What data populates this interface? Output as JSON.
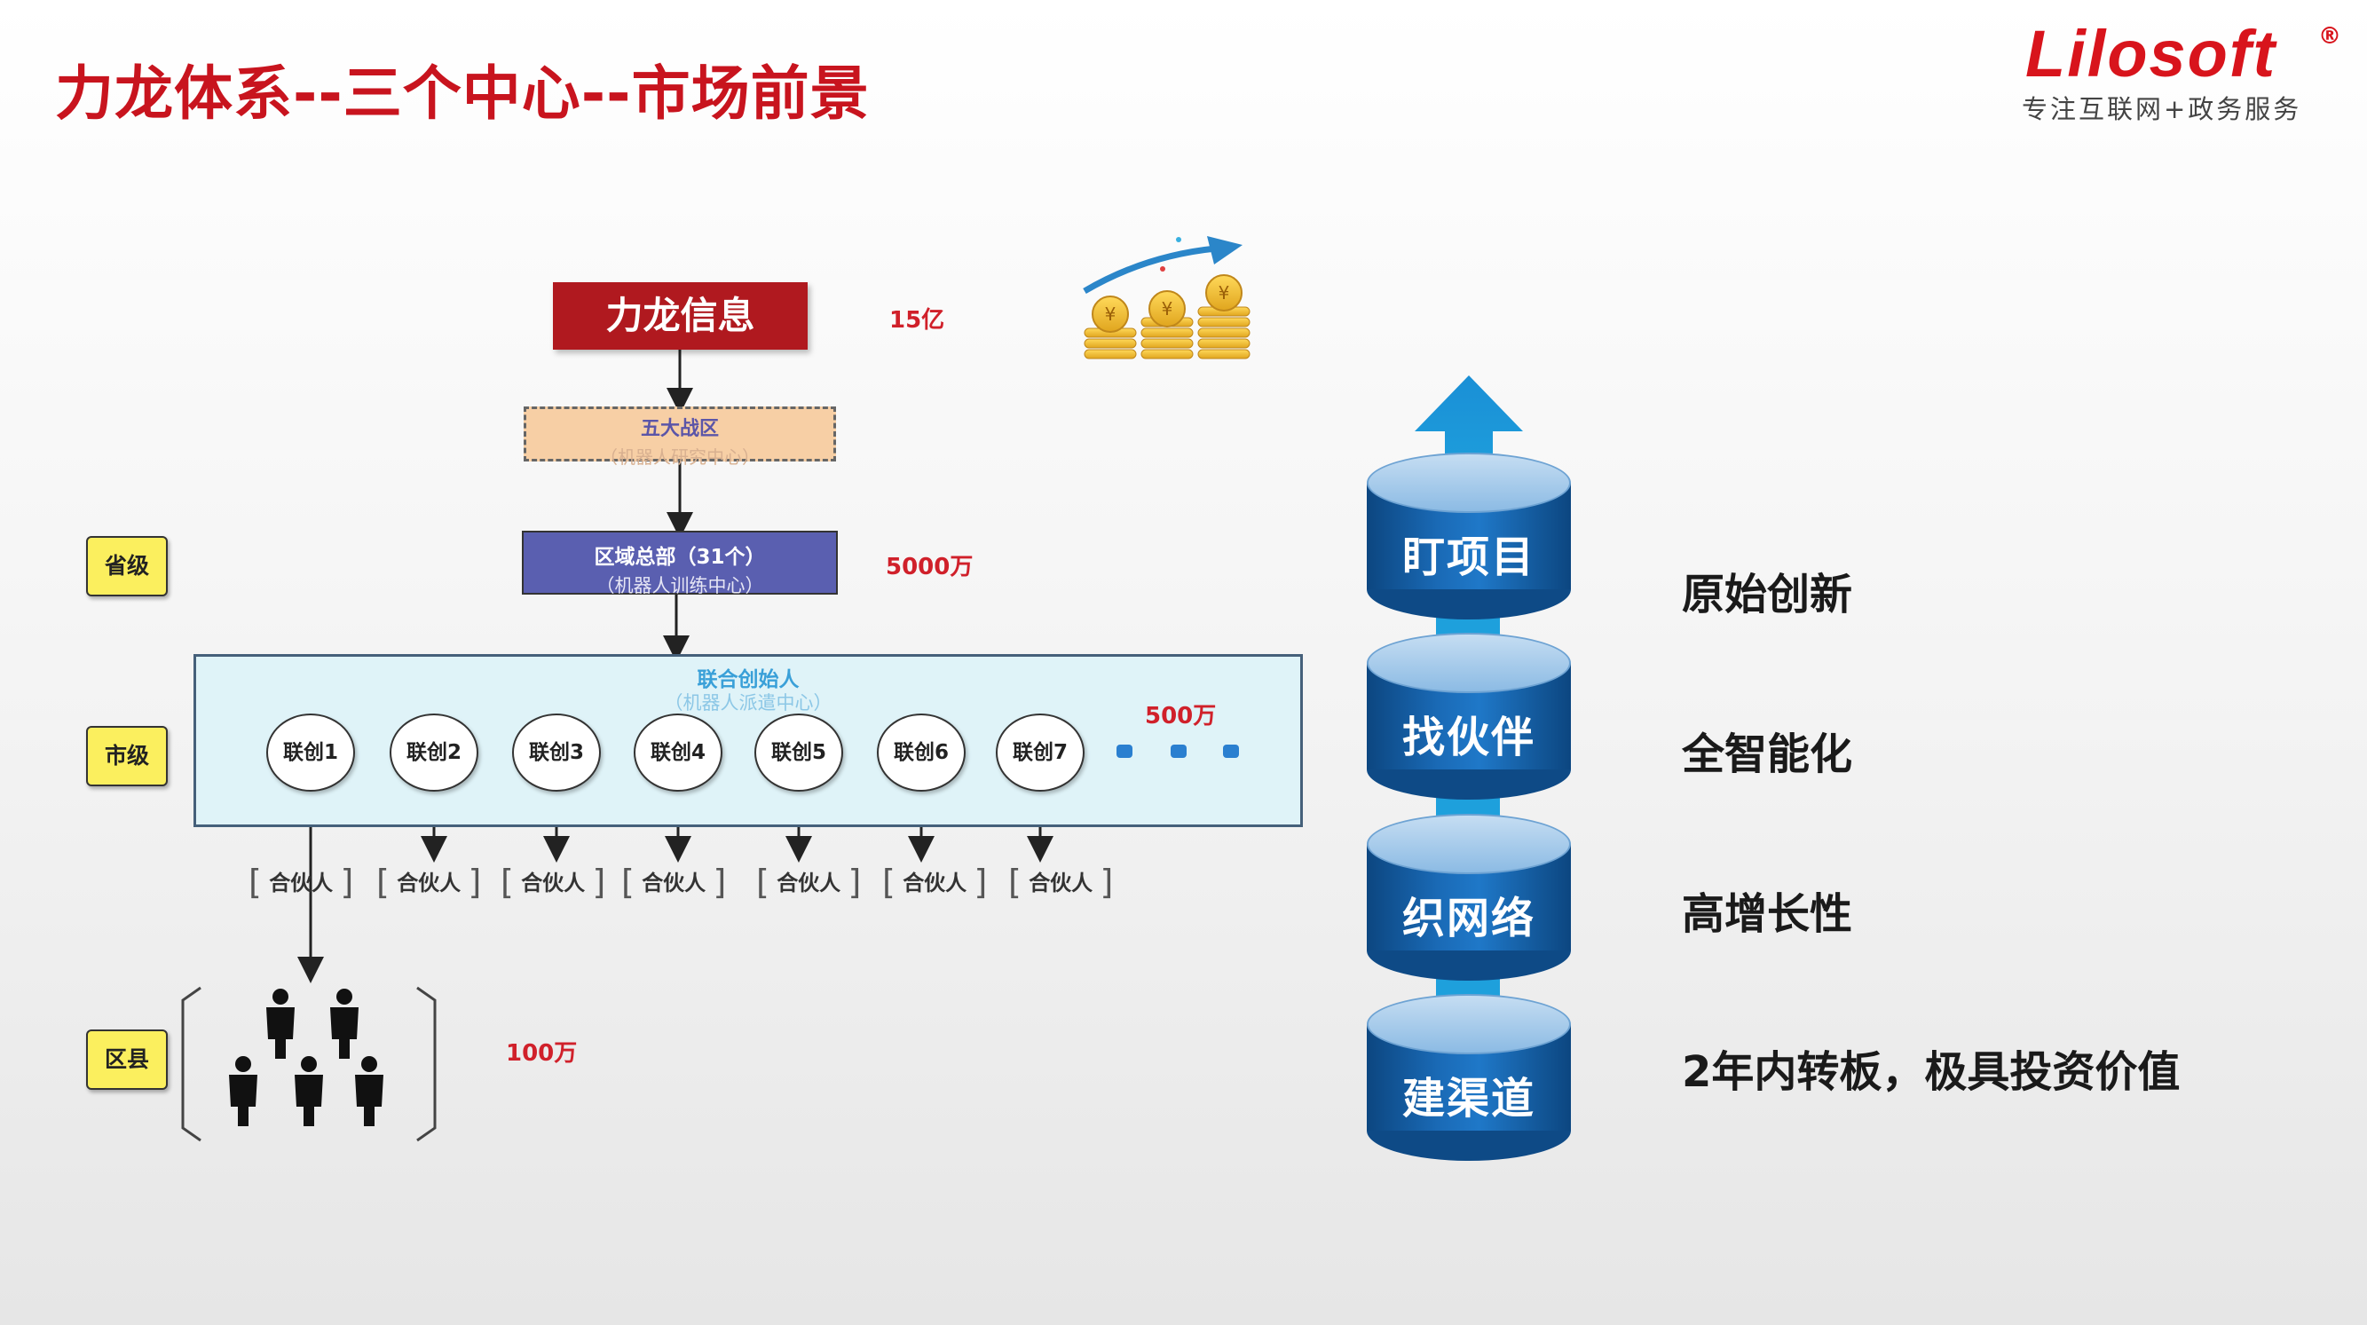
{
  "header": {
    "title": "力龙体系--三个中心--市场前景"
  },
  "logo": {
    "wordmark": "Lilosoft",
    "registered": "®",
    "slogan": "专注互联网+政务服务"
  },
  "hierarchy": {
    "top": {
      "label": "力龙信息",
      "value": "15亿"
    },
    "zone": {
      "title": "五大战区",
      "subtitle": "（机器人研究中心）"
    },
    "region": {
      "title": "区域总部（31个）",
      "subtitle": "（机器人训练中心）",
      "value": "5000万"
    },
    "founders": {
      "title": "联合创始人",
      "subtitle": "（机器人派遣中心）",
      "value": "500万",
      "members": [
        "联创1",
        "联创2",
        "联创3",
        "联创4",
        "联创5",
        "联创6",
        "联创7"
      ]
    },
    "partner_label": "合伙人",
    "county_value": "100万"
  },
  "levels": {
    "province": "省级",
    "city": "市级",
    "county": "区县"
  },
  "stack": [
    "盯项目",
    "找伙伴",
    "织网络",
    "建渠道"
  ],
  "features": [
    "原始创新",
    "全智能化",
    "高增长性",
    "2年内转板，极具投资价值"
  ],
  "colors": {
    "brand_red": "#c8141e",
    "cylinder_blue": "#1a6ab6",
    "connector_cyan": "#1ea0dc",
    "level_yellow": "#fbef5e"
  }
}
